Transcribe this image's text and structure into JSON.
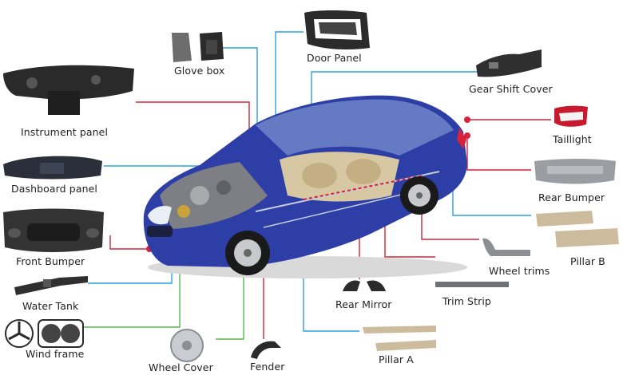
{
  "colors": {
    "red_line": "#d8213a",
    "blue_line": "#2aa0e0",
    "green_line": "#55b94a",
    "car_body": "#2d3fa6",
    "part_dark": "#2b2b2b",
    "part_gray": "#8a8f93",
    "part_beige": "#cdbb9e"
  },
  "labels": {
    "glove_box": "Glove box",
    "door_panel": "Door Panel",
    "gear_shift_cover": "Gear Shift Cover",
    "instrument_panel": "Instrument panel",
    "taillight": "Taillight",
    "dashboard_panel": "Dashboard panel",
    "rear_bumper": "Rear Bumper",
    "front_bumper": "Front Bumper",
    "pillar_b": "Pillar B",
    "wheel_trims": "Wheel trims",
    "water_tank": "Water Tank",
    "rear_mirror": "Rear Mirror",
    "trim_strip": "Trim Strip",
    "wind_frame": "Wind frame",
    "wheel_cover": "Wheel Cover",
    "fender": "Fender",
    "pillar_a": "Pillar A"
  },
  "icons": {
    "car": "car-cutaway-icon",
    "glove_box": "glove-box-icon",
    "door_panel": "door-panel-icon",
    "gear_shift_cover": "gear-shift-cover-icon",
    "instrument_panel": "instrument-panel-icon",
    "taillight": "taillight-icon",
    "dashboard_panel": "dashboard-panel-icon",
    "rear_bumper": "rear-bumper-icon",
    "front_bumper": "front-bumper-icon",
    "pillar_b": "pillar-b-icon",
    "wheel_trims": "wheel-trim-icon",
    "water_tank": "water-tank-icon",
    "rear_mirror": "rear-mirror-icon",
    "trim_strip": "trim-strip-icon",
    "wind_frame": "fan-frame-icon",
    "wheel_cover": "wheel-cover-icon",
    "fender": "fender-icon",
    "pillar_a": "pillar-a-icon"
  }
}
